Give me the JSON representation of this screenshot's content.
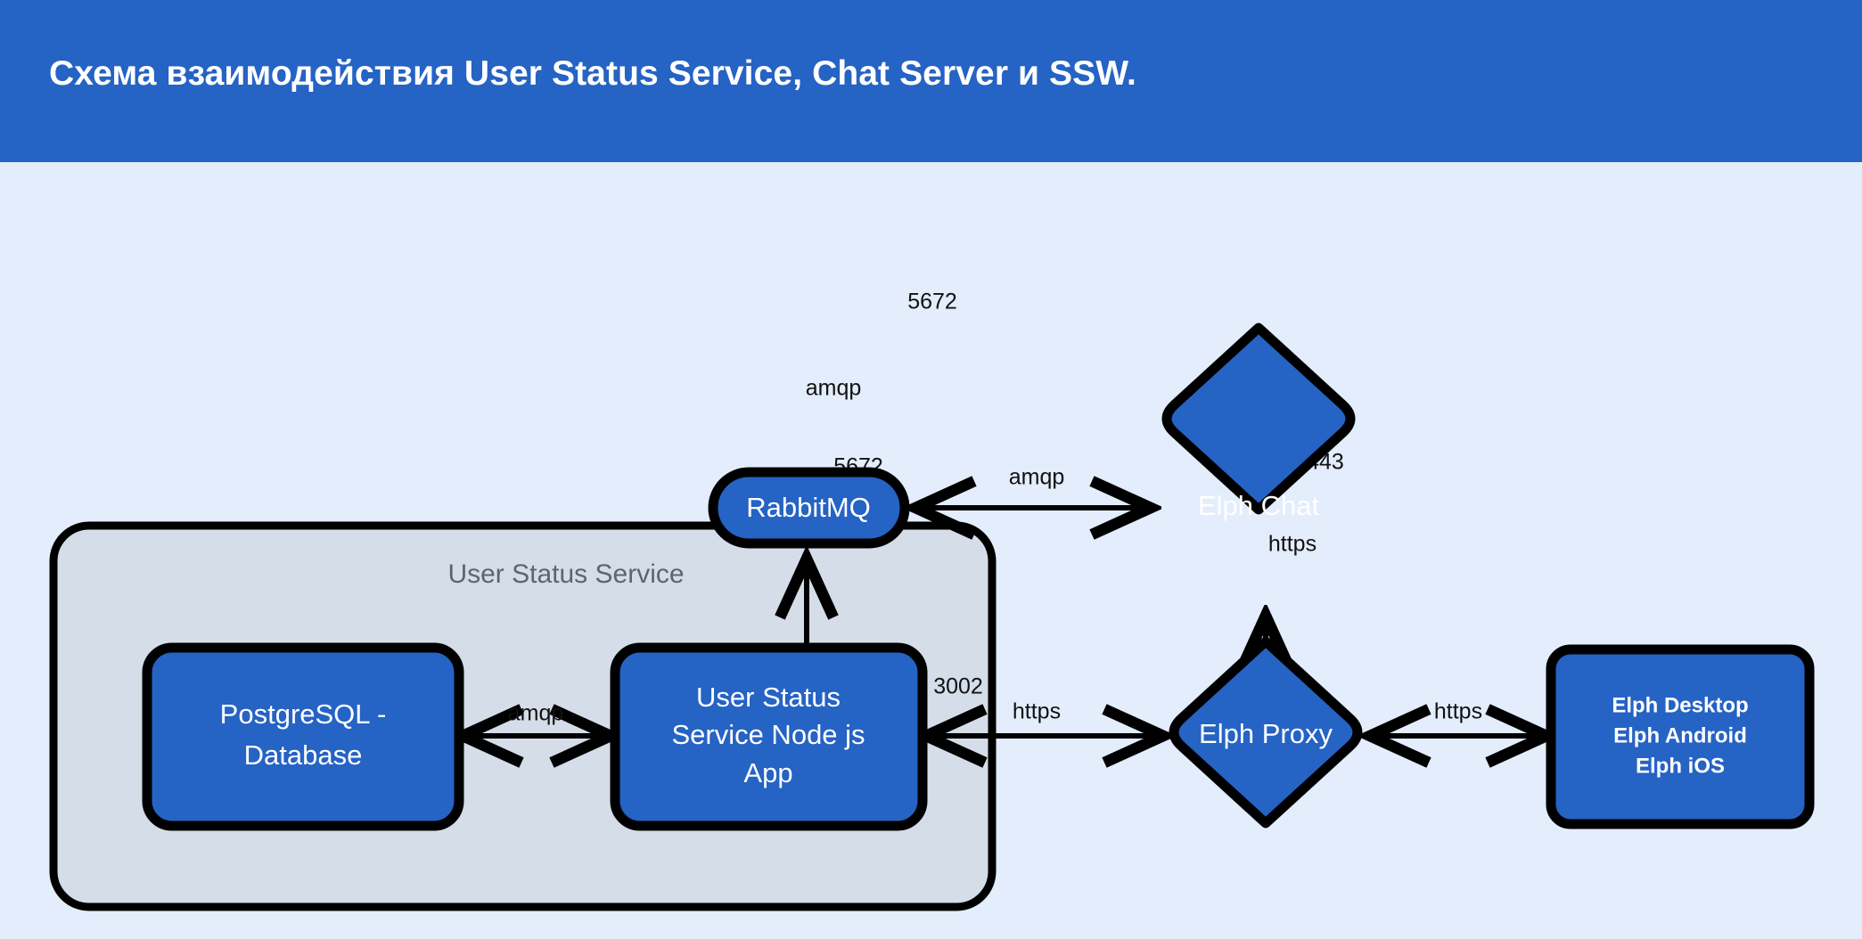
{
  "header": {
    "title": "Схема взаимодействия User Status Service, Chat Server и SSW.",
    "background_color": "#2563c4",
    "text_color": "#ffffff"
  },
  "canvas": {
    "background_color": "#e3edfb",
    "node_fill": "#2563c4",
    "node_stroke": "#000000",
    "group_fill": "#d4dde8",
    "group_label_color": "#5d6570",
    "edge_color": "#000000"
  },
  "diagram": {
    "type": "architecture-flow",
    "group": {
      "label": "User Status Service",
      "members": [
        "postgresql-database",
        "user-status-service-node-js-app"
      ]
    },
    "nodes": [
      {
        "id": "rabbitmq",
        "label": "RabbitMQ",
        "shape": "stadium"
      },
      {
        "id": "elph-chat",
        "label": "Elph Chat",
        "shape": "diamond"
      },
      {
        "id": "postgresql",
        "label": "PostgreSQL - Database",
        "line1": "PostgreSQL -",
        "line2": "Database",
        "shape": "rounded-rect"
      },
      {
        "id": "user-status-app",
        "label": "User Status Service Node js App",
        "line1": "User Status",
        "line2": "Service Node js",
        "line3": "App",
        "shape": "rounded-rect"
      },
      {
        "id": "elph-proxy",
        "label": "Elph Proxy",
        "shape": "diamond"
      },
      {
        "id": "elph-clients",
        "label": "Elph Desktop Elph Android Elph iOS",
        "line1": "Elph Desktop",
        "line2": "Elph Android",
        "line3": "Elph iOS",
        "shape": "rounded-rect",
        "bold": true
      }
    ],
    "edges": [
      {
        "id": "rabbitmq-elph-chat",
        "from": "rabbitmq",
        "to": "elph-chat",
        "protocol": "amqp",
        "port": "5672",
        "direction": "bidirectional",
        "orientation": "horizontal"
      },
      {
        "id": "rabbitmq-user-status-app",
        "from": "rabbitmq",
        "to": "user-status-app",
        "protocol": "amqp",
        "port": "5672",
        "direction": "bidirectional",
        "orientation": "vertical"
      },
      {
        "id": "postgresql-user-status-app",
        "from": "postgresql",
        "to": "user-status-app",
        "protocol": "amqp",
        "port": "",
        "direction": "bidirectional",
        "orientation": "horizontal"
      },
      {
        "id": "elph-chat-elph-proxy",
        "from": "elph-chat",
        "to": "elph-proxy",
        "protocol": "https",
        "port": "3443",
        "direction": "bidirectional",
        "orientation": "vertical"
      },
      {
        "id": "user-status-app-elph-proxy",
        "from": "user-status-app",
        "to": "elph-proxy",
        "protocol": "https",
        "port": "3002",
        "direction": "bidirectional",
        "orientation": "horizontal"
      },
      {
        "id": "elph-proxy-elph-clients",
        "from": "elph-proxy",
        "to": "elph-clients",
        "protocol": "https",
        "port": "",
        "direction": "bidirectional",
        "orientation": "horizontal"
      }
    ]
  }
}
